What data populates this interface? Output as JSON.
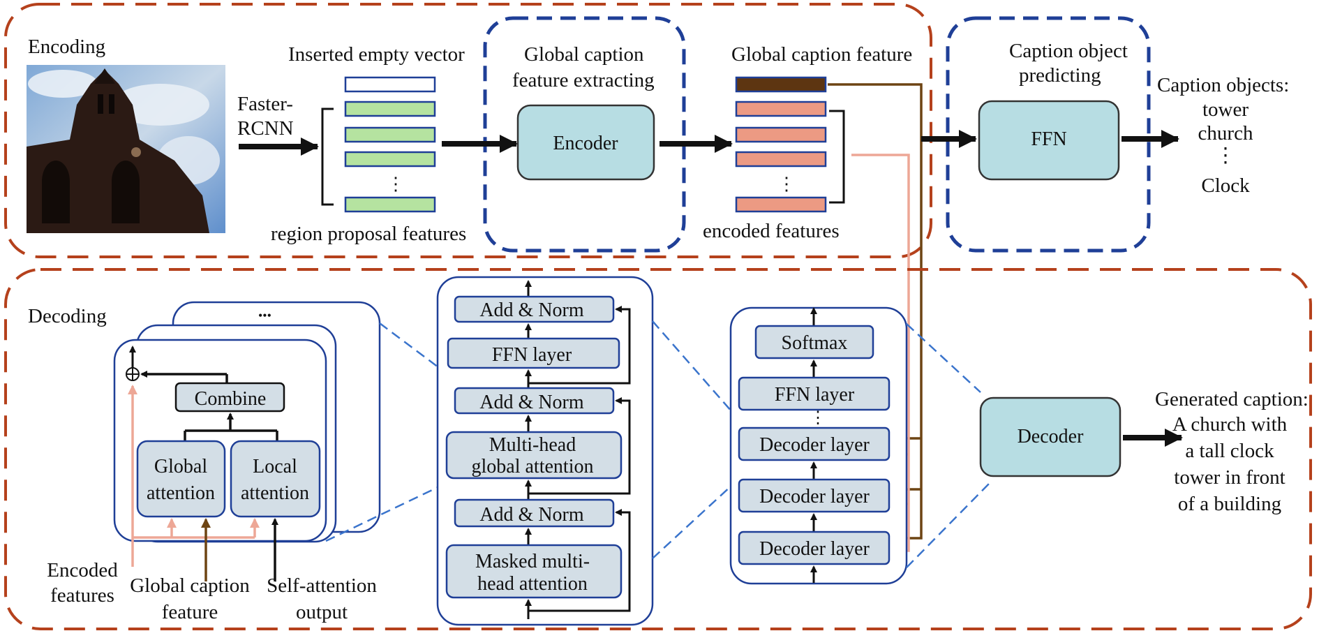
{
  "encoding": {
    "section_label": "Encoding",
    "faster_rcnn": [
      "Faster-",
      "RCNN"
    ],
    "inserted_empty_vector": "Inserted empty vector",
    "region_proposal_features": "region proposal features",
    "region_dots": "⋮",
    "global_extract_title": [
      "Global caption",
      "feature extracting"
    ],
    "encoder_label": "Encoder",
    "global_caption_feature": "Global caption feature",
    "encoded_features": "encoded features",
    "encoded_dots": "⋮",
    "predict_title": [
      "Caption object",
      "predicting"
    ],
    "ffn_label": "FFN",
    "caption_objects_title": "Caption objects:",
    "caption_objects": [
      "tower",
      "church",
      "⋮",
      "Clock"
    ]
  },
  "decoding": {
    "section_label": "Decoding",
    "stack_dots": "•••",
    "oplus": "⊕",
    "combine": "Combine",
    "global_attention": [
      "Global",
      "attention"
    ],
    "local_attention": [
      "Local",
      "attention"
    ],
    "encoded_features_label": [
      "Encoded",
      "features"
    ],
    "global_caption_feature_label": [
      "Global caption",
      "feature"
    ],
    "self_attention_output_label": [
      "Self-attention",
      "output"
    ],
    "add_norm": "Add & Norm",
    "ffn_layer": "FFN layer",
    "multi_head_global": [
      "Multi-head",
      "global attention"
    ],
    "masked_multi_head": [
      "Masked multi-",
      "head attention"
    ],
    "softmax": "Softmax",
    "decoder_layer": "Decoder layer",
    "stack_vdots": "⋮",
    "decoder_label": "Decoder",
    "generated_caption_title": "Generated caption:",
    "generated_caption": [
      "A church with",
      "a tall clock",
      "tower in front",
      "of a building"
    ]
  },
  "colors": {
    "section_border": "#b5411c",
    "blue_dash": "#1f3f97",
    "box_teal": "#b7dde3",
    "box_light": "#d3dee6",
    "green": "#b5e3a0",
    "salmon": "#ec9a83",
    "brown": "#5d3511",
    "pink_line": "#eda796",
    "brown_line": "#6d4413",
    "frame_blue": "#1f3f97",
    "dash_light": "#3a74cc"
  }
}
